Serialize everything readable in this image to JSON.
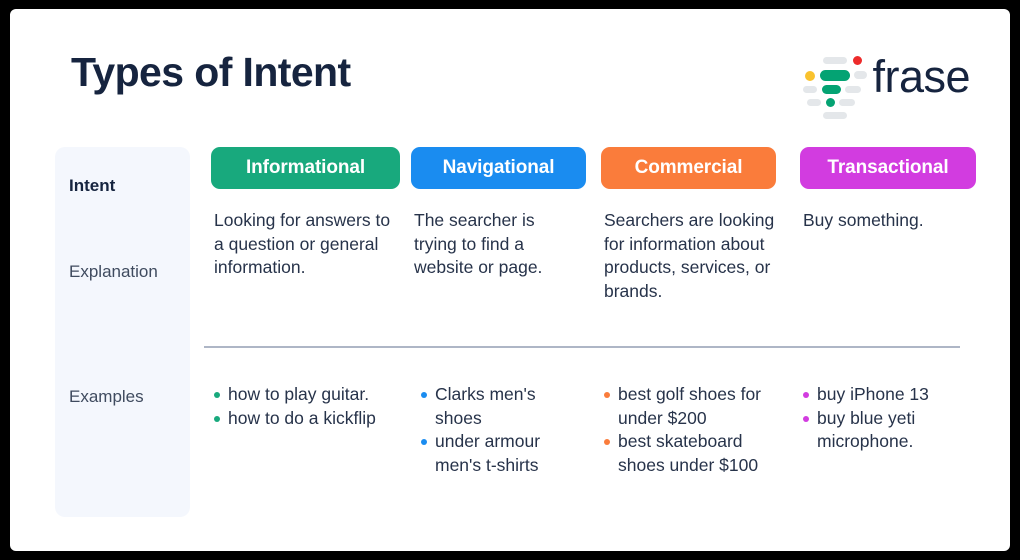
{
  "header": {
    "title": "Types of Intent",
    "logo": {
      "wordmark": "frase",
      "mark_icon": "frase-logo-mark-icon",
      "colors": {
        "gray": "#e4e7ea",
        "green": "#04a373",
        "yellow": "#f9c22e",
        "red": "#ed2b2b",
        "wordmark": "#16243f"
      }
    }
  },
  "table": {
    "row_labels": {
      "intent": "Intent",
      "explanation": "Explanation",
      "examples": "Examples"
    },
    "columns": [
      {
        "label": "Informational",
        "color": "#18a97d",
        "explanation": "Looking for answers to a question or general information.",
        "examples": [
          "how to play guitar.",
          "how to do a kickflip"
        ]
      },
      {
        "label": "Navigational",
        "color": "#1a8cf0",
        "explanation": "The searcher is trying to find a website or page.",
        "examples": [
          "Clarks men's shoes",
          "under armour men's t-shirts"
        ]
      },
      {
        "label": "Commercial",
        "color": "#fa7c3b",
        "explanation": "Searchers are looking for information about products, services, or brands.",
        "examples": [
          "best golf shoes for under $200",
          "best skateboard shoes under $100"
        ]
      },
      {
        "label": "Transactional",
        "color": "#d23ce0",
        "explanation": "Buy something.",
        "examples": [
          "buy iPhone 13",
          "buy blue yeti microphone."
        ]
      }
    ]
  },
  "styling": {
    "rail_background": "#f4f7fd",
    "divider_color": "#aeb6c6",
    "text_color": "#27334a",
    "title_color": "#16243f",
    "canvas_background": "#ffffff",
    "frame_color": "#000000"
  }
}
